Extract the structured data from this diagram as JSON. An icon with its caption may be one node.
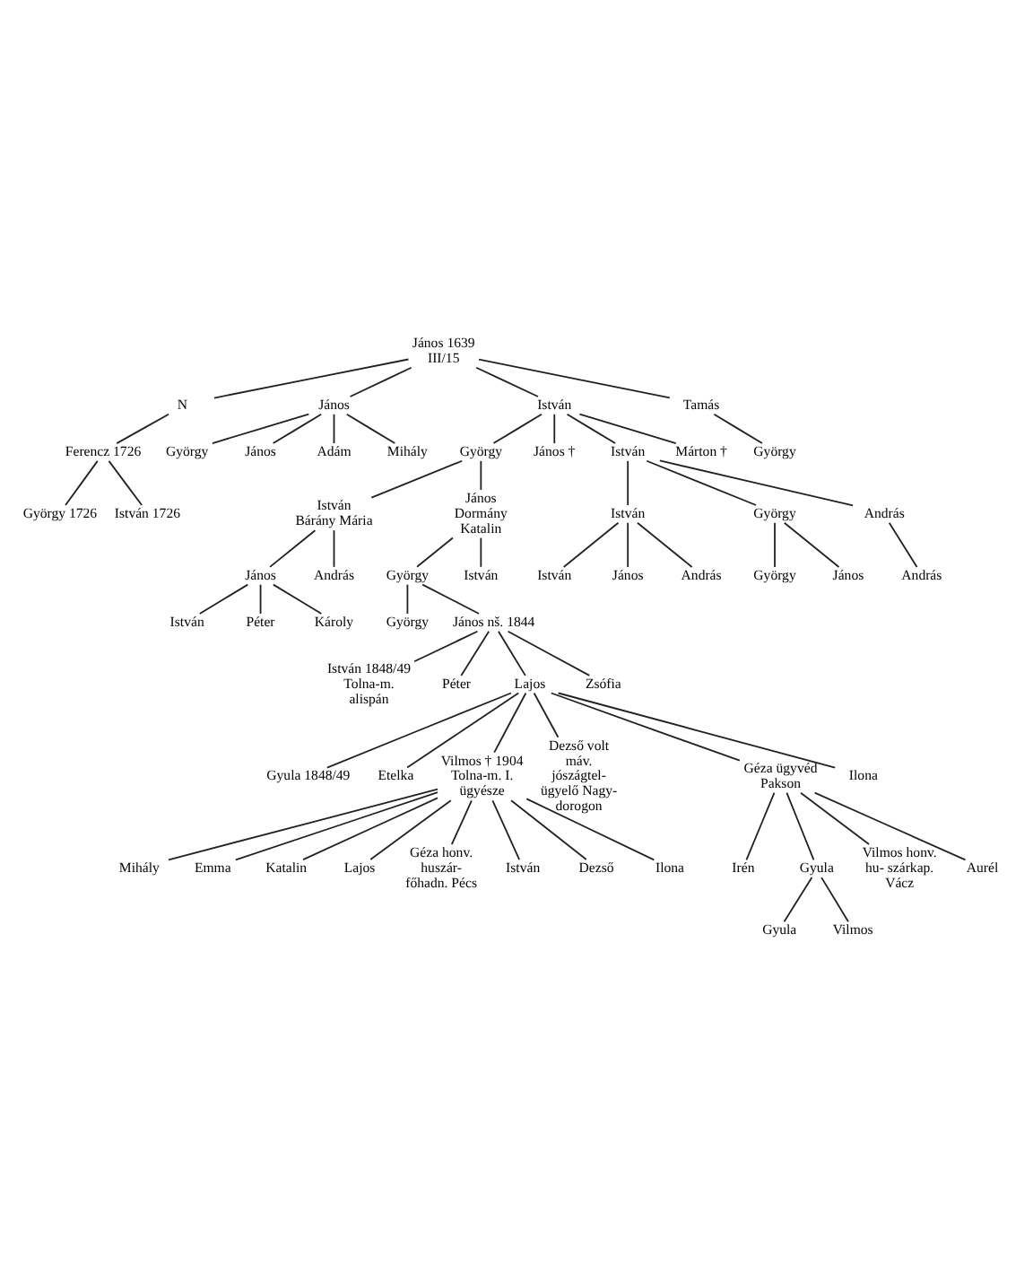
{
  "diagram": {
    "nodes": [
      {
        "text": [
          "János 1639 III/15"
        ]
      },
      {
        "text": [
          "N"
        ]
      },
      {
        "text": [
          "János"
        ]
      },
      {
        "text": [
          "István"
        ]
      },
      {
        "text": [
          "Tamás"
        ]
      },
      {
        "text": [
          "Ferencz 1726"
        ]
      },
      {
        "text": [
          "György 1726"
        ]
      },
      {
        "text": [
          "István 1726"
        ]
      },
      {
        "text": [
          "György"
        ]
      },
      {
        "text": [
          "János"
        ]
      },
      {
        "text": [
          "Adám"
        ]
      },
      {
        "text": [
          "Mihály"
        ]
      },
      {
        "text": [
          "György"
        ]
      },
      {
        "text": [
          "György"
        ]
      },
      {
        "text": [
          "János †"
        ]
      },
      {
        "text": [
          "István"
        ]
      },
      {
        "text": [
          "Márton †"
        ]
      },
      {
        "text": [
          "István",
          "Bárány Mária"
        ]
      },
      {
        "text": [
          "János",
          "Dormány Katalin"
        ]
      },
      {
        "text": [
          "György"
        ]
      },
      {
        "text": [
          "István"
        ]
      },
      {
        "text": [
          "György"
        ]
      },
      {
        "text": [
          "János nš. 1844"
        ]
      },
      {
        "text": [
          "István 1848/49 Tolna-m. alispán"
        ]
      },
      {
        "text": [
          "Péter"
        ]
      },
      {
        "text": [
          "Lajos"
        ]
      },
      {
        "text": [
          "Zsófia"
        ]
      },
      {
        "text": [
          "János"
        ]
      },
      {
        "text": [
          "András"
        ]
      },
      {
        "text": [
          "István"
        ]
      },
      {
        "text": [
          "Péter"
        ]
      },
      {
        "text": [
          "Károly"
        ]
      },
      {
        "text": [
          "István"
        ]
      },
      {
        "text": [
          "György"
        ]
      },
      {
        "text": [
          "András"
        ]
      },
      {
        "text": [
          "András"
        ]
      },
      {
        "text": [
          "György"
        ]
      },
      {
        "text": [
          "János"
        ]
      },
      {
        "text": [
          "István"
        ]
      },
      {
        "text": [
          "János"
        ]
      },
      {
        "text": [
          "András"
        ]
      },
      {
        "text": [
          "Gyula 1848/49"
        ]
      },
      {
        "text": [
          "Etelka"
        ]
      },
      {
        "text": [
          "Vilmos † 1904 Tolna-m. I. ügyésze"
        ]
      },
      {
        "text": [
          "Dezső volt máv. jószágtel- ügyelő Nagy- dorogon"
        ]
      },
      {
        "text": [
          "Géza ügyvéd Pakson"
        ]
      },
      {
        "text": [
          "Ilona"
        ]
      },
      {
        "text": [
          "Irén"
        ]
      },
      {
        "text": [
          "Gyula"
        ]
      },
      {
        "text": [
          "Vilmos honv. hu- szárkap. Vácz"
        ]
      },
      {
        "text": [
          "Aurél"
        ]
      },
      {
        "text": [
          "Gyula"
        ]
      },
      {
        "text": [
          "Vilmos"
        ]
      },
      {
        "text": [
          "Mihály"
        ]
      },
      {
        "text": [
          "Emma"
        ]
      },
      {
        "text": [
          "Katalin"
        ]
      },
      {
        "text": [
          "Lajos"
        ]
      },
      {
        "text": [
          "Géza honv. huszár- főhadn. Pécs"
        ]
      },
      {
        "text": [
          "István"
        ]
      },
      {
        "text": [
          "Dezső"
        ]
      },
      {
        "text": [
          "Ilona"
        ]
      }
    ],
    "edges": [
      {
        "from": 0,
        "to": 1,
        "arrow": "none"
      },
      {
        "from": 0,
        "to": 2,
        "arrow": "none"
      },
      {
        "from": 0,
        "to": 3,
        "arrow": "none"
      },
      {
        "from": 0,
        "to": 4,
        "arrow": "none"
      },
      {
        "from": 1,
        "to": 5,
        "arrow": "none"
      },
      {
        "from": 5,
        "to": 6,
        "arrow": "none"
      },
      {
        "from": 5,
        "to": 7,
        "arrow": "none"
      },
      {
        "from": 2,
        "to": 8,
        "arrow": "none"
      },
      {
        "from": 2,
        "to": 9,
        "arrow": "none"
      },
      {
        "from": 2,
        "to": 10,
        "arrow": "none"
      },
      {
        "from": 2,
        "to": 11,
        "arrow": "none"
      },
      {
        "from": 4,
        "to": 12,
        "arrow": "none"
      },
      {
        "from": 3,
        "to": 13,
        "arrow": "none"
      },
      {
        "from": 3,
        "to": 14,
        "arrow": "none"
      },
      {
        "from": 3,
        "to": 15,
        "arrow": "none"
      },
      {
        "from": 3,
        "to": 16,
        "arrow": "none"
      },
      {
        "from": 13,
        "to": 17,
        "arrow": "none"
      },
      {
        "from": 13,
        "to": 18,
        "arrow": "none"
      },
      {
        "from": 18,
        "to": 19,
        "arrow": "none"
      },
      {
        "from": 18,
        "to": 20,
        "arrow": "none"
      },
      {
        "from": 19,
        "to": 21,
        "arrow": "none"
      },
      {
        "from": 19,
        "to": 22,
        "arrow": "none"
      },
      {
        "from": 22,
        "to": 23,
        "arrow": "none"
      },
      {
        "from": 22,
        "to": 24,
        "arrow": "none"
      },
      {
        "from": 22,
        "to": 25,
        "arrow": "none"
      },
      {
        "from": 22,
        "to": 26,
        "arrow": "none"
      },
      {
        "from": 17,
        "to": 27,
        "arrow": "none"
      },
      {
        "from": 17,
        "to": 28,
        "arrow": "none"
      },
      {
        "from": 27,
        "to": 29,
        "arrow": "none"
      },
      {
        "from": 27,
        "to": 30,
        "arrow": "none"
      },
      {
        "from": 27,
        "to": 31,
        "arrow": "none"
      },
      {
        "from": 15,
        "to": 32,
        "arrow": "none"
      },
      {
        "from": 15,
        "to": 33,
        "arrow": "none"
      },
      {
        "from": 15,
        "to": 34,
        "arrow": "none"
      },
      {
        "from": 34,
        "to": 35,
        "arrow": "none"
      },
      {
        "from": 33,
        "to": 36,
        "arrow": "none"
      },
      {
        "from": 33,
        "to": 37,
        "arrow": "none"
      },
      {
        "from": 32,
        "to": 38,
        "arrow": "none"
      },
      {
        "from": 32,
        "to": 39,
        "arrow": "none"
      },
      {
        "from": 32,
        "to": 40,
        "arrow": "none"
      },
      {
        "from": 25,
        "to": 41,
        "arrow": "none"
      },
      {
        "from": 25,
        "to": 42,
        "arrow": "none"
      },
      {
        "from": 25,
        "to": 43,
        "arrow": "none"
      },
      {
        "from": 25,
        "to": 44,
        "arrow": "none"
      },
      {
        "from": 25,
        "to": 45,
        "arrow": "none"
      },
      {
        "from": 25,
        "to": 46,
        "arrow": "none"
      },
      {
        "from": 45,
        "to": 47,
        "arrow": "none"
      },
      {
        "from": 45,
        "to": 48,
        "arrow": "none"
      },
      {
        "from": 45,
        "to": 49,
        "arrow": "none"
      },
      {
        "from": 45,
        "to": 50,
        "arrow": "none"
      },
      {
        "from": 48,
        "to": 51,
        "arrow": "none"
      },
      {
        "from": 48,
        "to": 52,
        "arrow": "none"
      },
      {
        "from": 43,
        "to": 53,
        "arrow": "none"
      },
      {
        "from": 43,
        "to": 54,
        "arrow": "none"
      },
      {
        "from": 43,
        "to": 55,
        "arrow": "none"
      },
      {
        "from": 43,
        "to": 56,
        "arrow": "none"
      },
      {
        "from": 43,
        "to": 57,
        "arrow": "none"
      },
      {
        "from": 43,
        "to": 58,
        "arrow": "none"
      },
      {
        "from": 43,
        "to": 59,
        "arrow": "none"
      },
      {
        "from": 43,
        "to": 60,
        "arrow": "none"
      }
    ]
  }
}
